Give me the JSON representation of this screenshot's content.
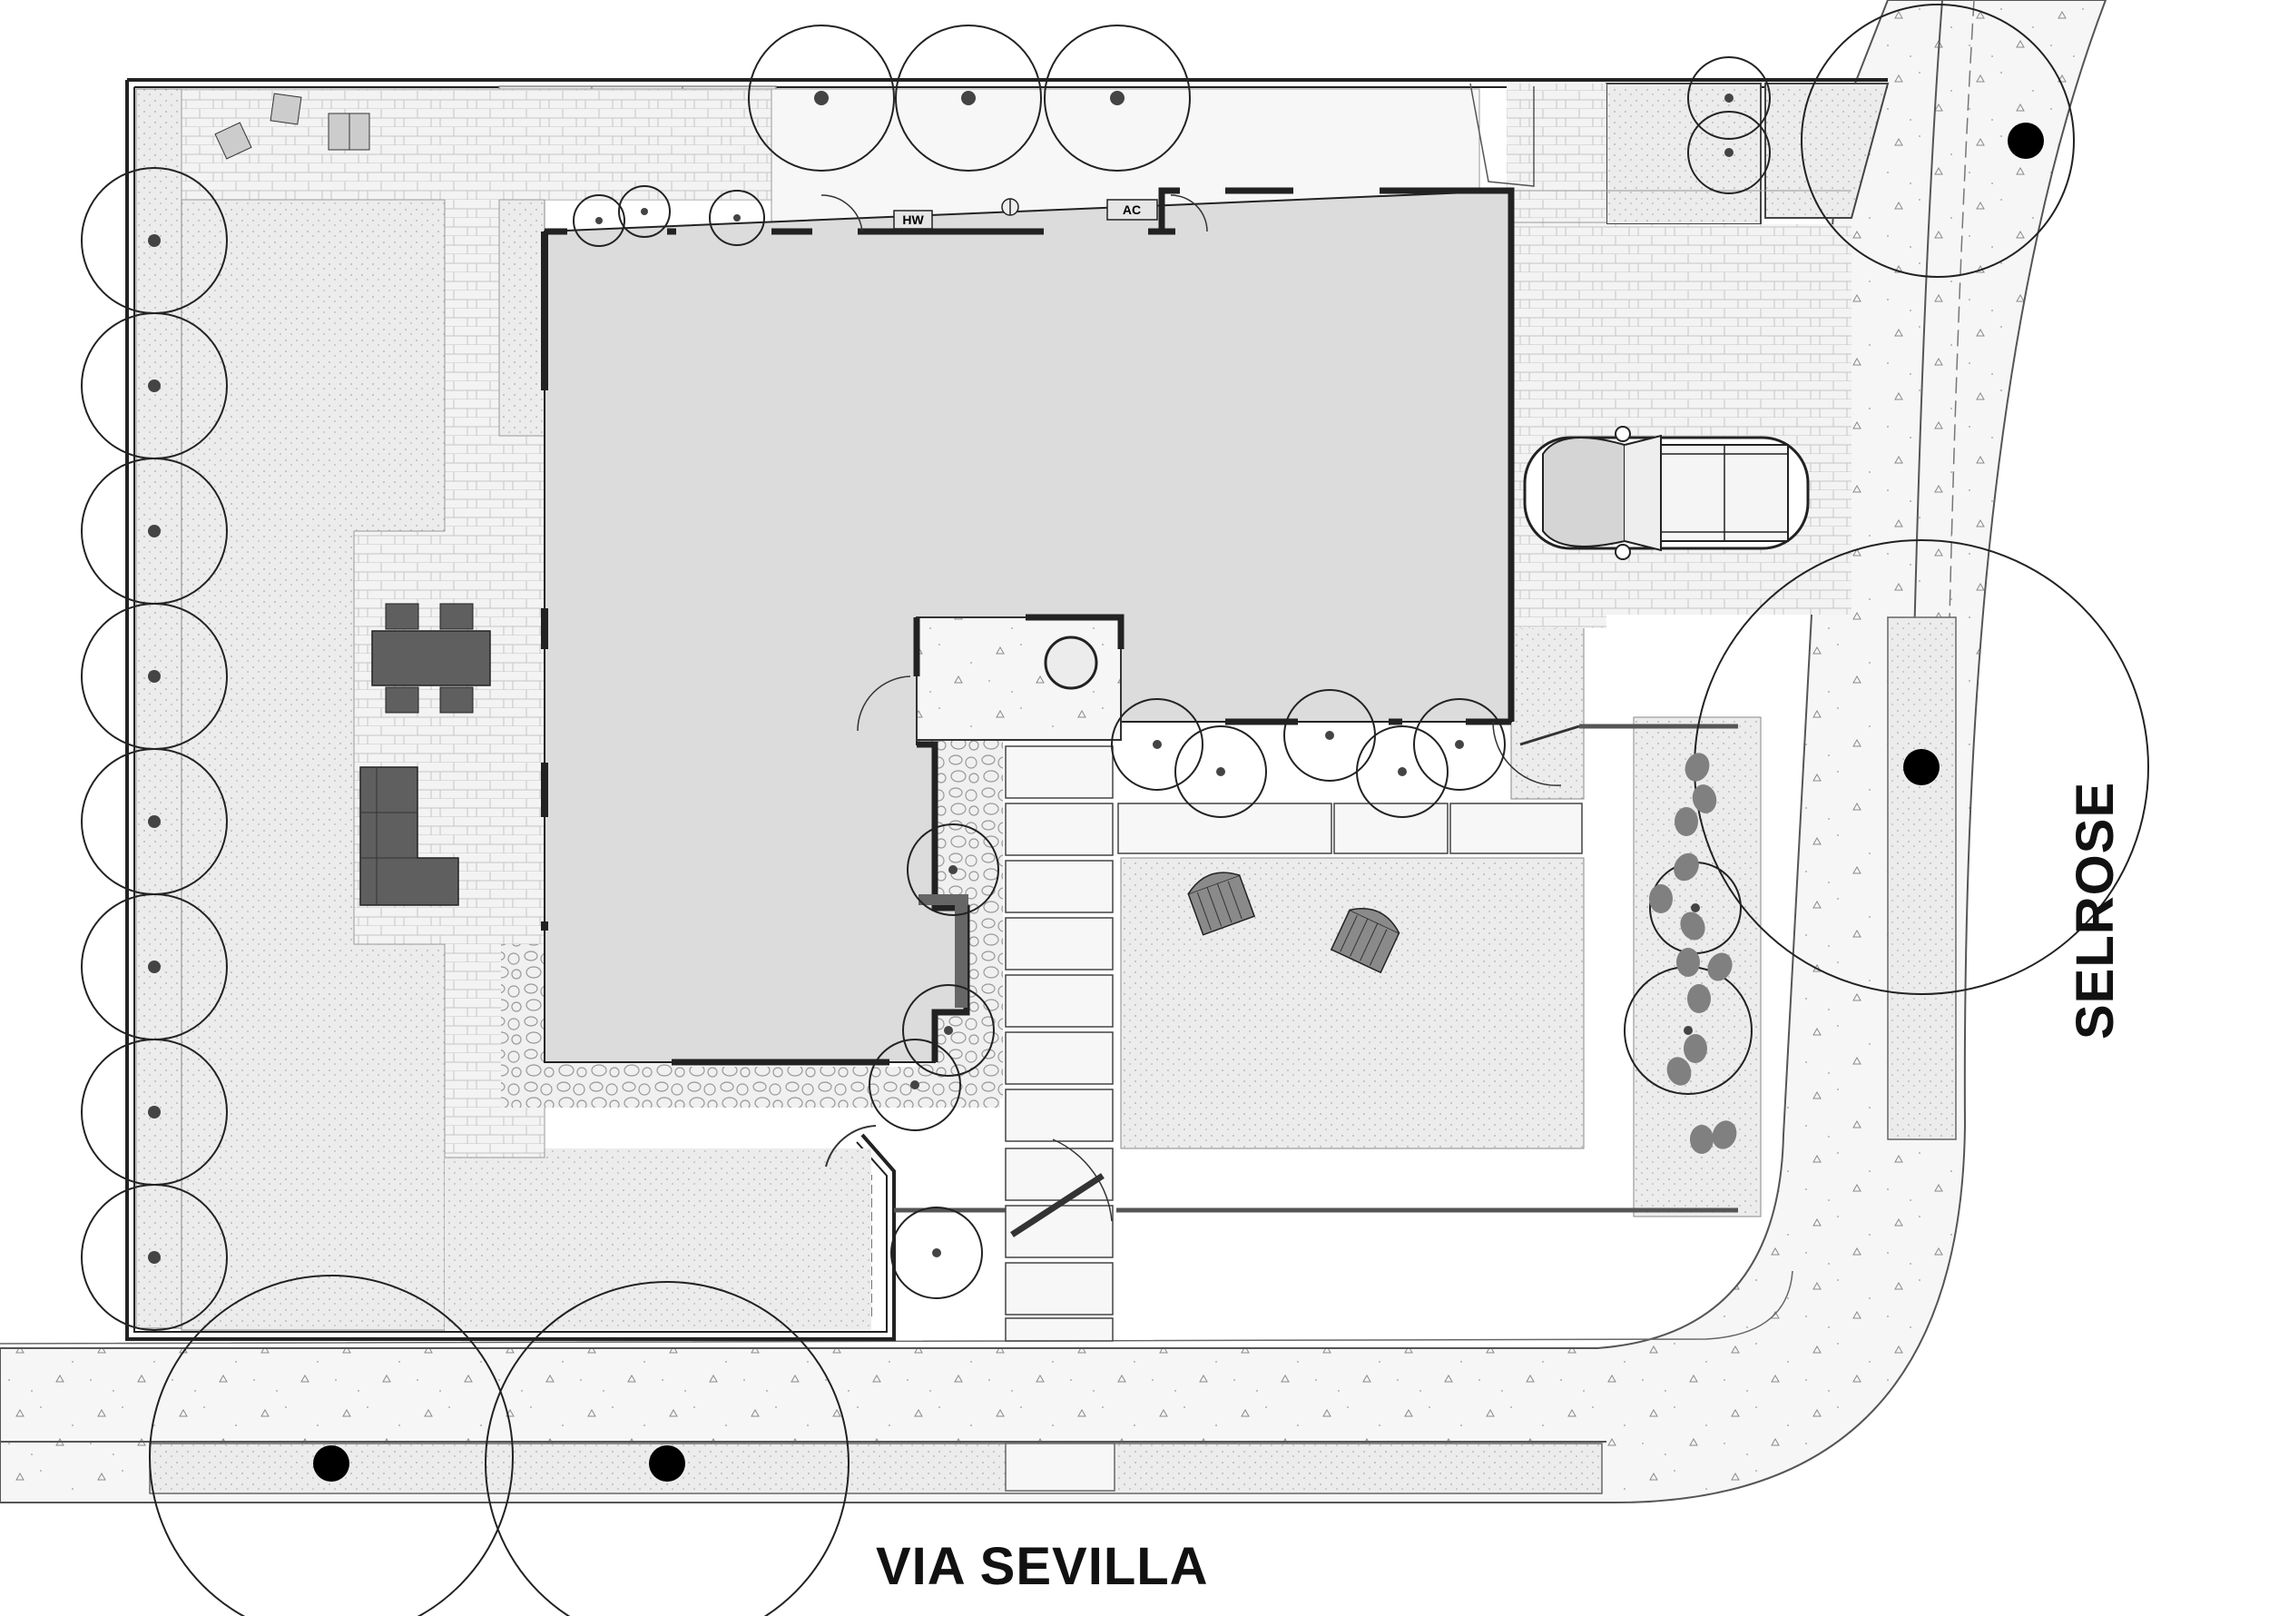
{
  "streets": {
    "bottom": "VIA SEVILLA",
    "right": "SELROSE"
  },
  "equipment": {
    "water_heater": "HW",
    "air_conditioner": "AC"
  },
  "colors": {
    "background": "#ffffff",
    "line": "#222222",
    "building": "#dcdcdc",
    "furniture": "#5f5f5f",
    "paving": "#f2f2f2",
    "planting": "#ededed",
    "street_tree": "#000000",
    "shrub": "#808080"
  }
}
